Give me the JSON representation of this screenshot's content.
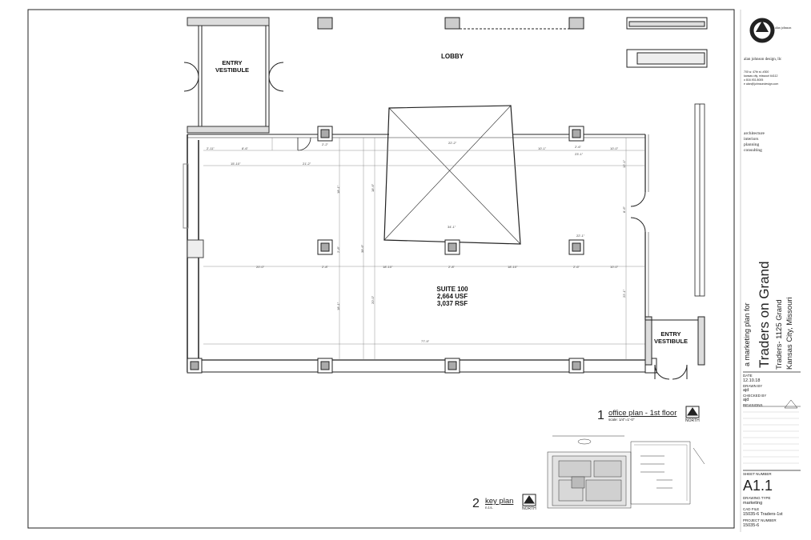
{
  "plan_labels": {
    "lobby": "LOBBY",
    "entry_vestibule_top_1": "ENTRY",
    "entry_vestibule_top_2": "VESTIBULE",
    "entry_vestibule_right_1": "ENTRY",
    "entry_vestibule_right_2": "VESTIBULE",
    "suite_name": "SUITE 100",
    "suite_usf": "2,664 USF",
    "suite_rsf": "3,037 RSF"
  },
  "dimensions": {
    "d1": "2'-11\"",
    "d2": "8'-6\"",
    "d3": "2'-2\"",
    "d4": "22'-2\"",
    "d5": "10'-1\"",
    "d6": "2'-6\"",
    "d7": "10'-0\"",
    "d8": "23'-1\"",
    "d9": "15'-10\"",
    "d10": "21'-2\"",
    "d11": "34'-1\"",
    "d12": "22'-1\"",
    "d13": "20'-0\"",
    "d14": "2'-8\"",
    "d15": "18'-10\"",
    "d16": "2'-8\"",
    "d17": "18'-10\"",
    "d18": "2'-6\"",
    "d19": "10'-0\"",
    "d20": "77'-9\"",
    "v1": "18'-1\"",
    "v2": "18'-6\"",
    "v3": "2'-8\"",
    "v4": "38'-6\"",
    "v5": "12'-1\"",
    "v6": "8'-6\"",
    "v7": "22'-1\"",
    "v8": "20'-0\"",
    "v9": "18'-1\""
  },
  "drawing1": {
    "number": "1",
    "title": "office plan - 1st floor",
    "scale": "scale: 1/4\"=1'-0\"",
    "north": "NORTH"
  },
  "drawing2": {
    "number": "2",
    "title": "key plan",
    "scale": "n.t.s.",
    "north": "NORTH"
  },
  "title_block": {
    "firm_name": "alan johnson design, llc",
    "firm_logo_text": "alan johnson",
    "address_1": "700 w. 47th st. #300",
    "address_2": "kansas city, missouri 64112",
    "address_3": "o 816.931.8005",
    "address_4": "e alan@johnsondesign.com",
    "services_1": "architecture",
    "services_2": "interiors",
    "services_3": "planning",
    "services_4": "consulting",
    "project_pre": "a marketing plan for",
    "project_name": "Traders on Grand",
    "project_addr_1": "Traders- 1125 Grand",
    "project_addr_2": "Kansas City, Missouri",
    "date_label": "DATE",
    "date_value": "12.10.18",
    "drawn_label": "DRAWN BY",
    "drawn_value": "ajd",
    "checked_label": "CHECKED BY",
    "checked_value": "ajd",
    "revisions_label": "REVISIONS",
    "sheet_number_label": "SHEET NUMBER",
    "sheet_number": "A1.1",
    "drawing_type_label": "DRAWING TYPE",
    "drawing_type": "marketing",
    "cad_file_label": "CAD FILE",
    "cad_file": "15035-6 Traders-1st",
    "project_number_label": "PROJECT NUMBER",
    "project_number": "15035-6"
  }
}
